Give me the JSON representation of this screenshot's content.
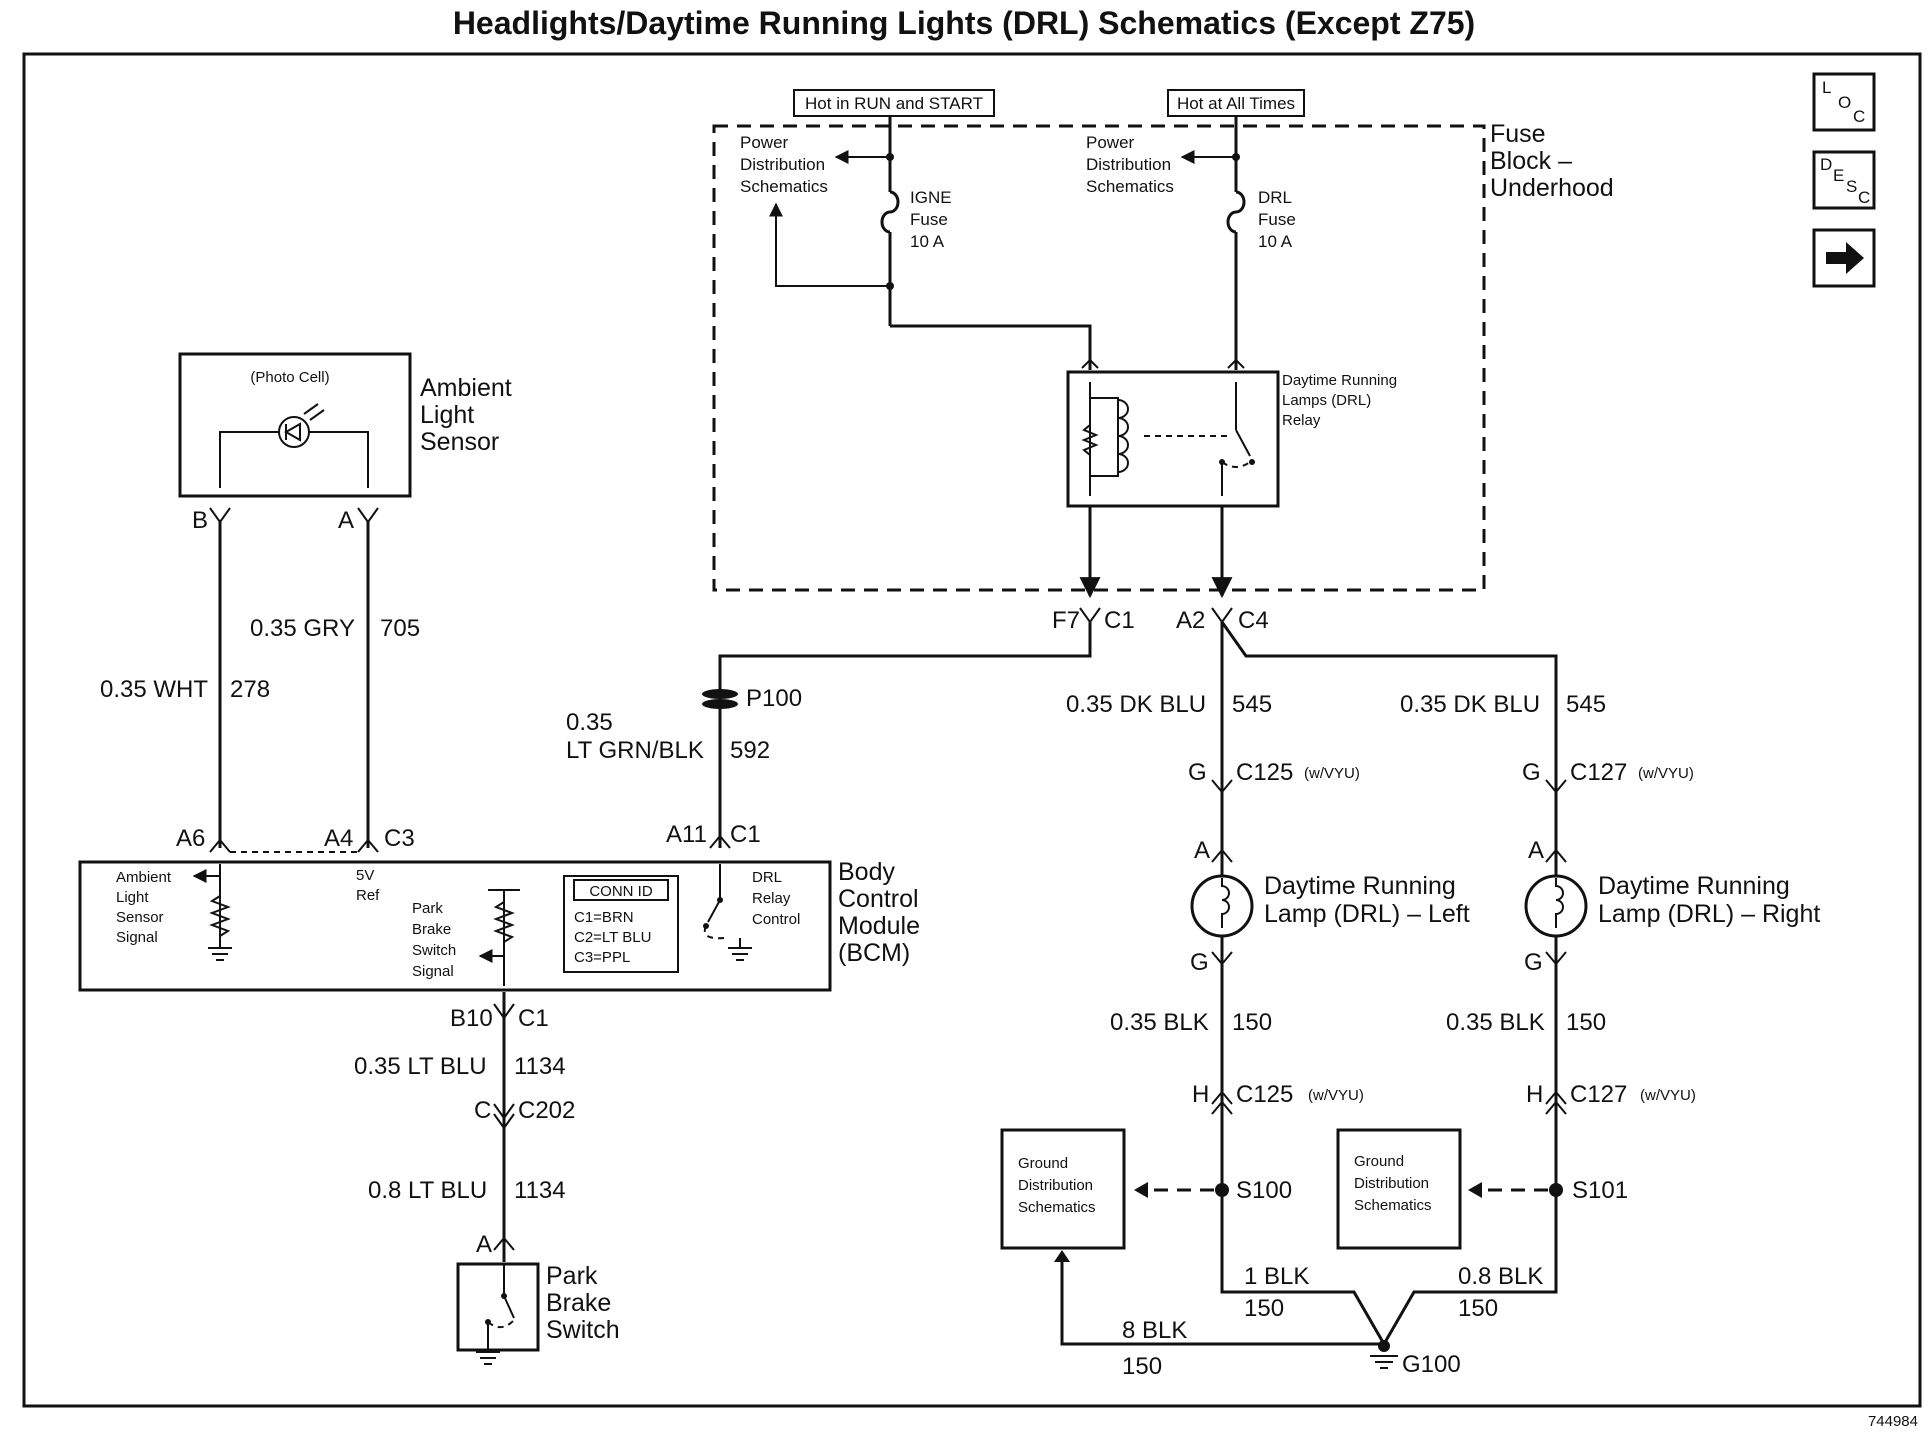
{
  "title": "Headlights/Daytime Running Lights (DRL) Schematics (Except Z75)",
  "figure_id": "744984",
  "nav": {
    "loc": {
      "l1": "L",
      "l2": "O",
      "l3": "C"
    },
    "desc": {
      "l1": "D",
      "l2": "E",
      "l3": "S",
      "l4": "C"
    },
    "next_glyph": "➡"
  },
  "fuse_block": {
    "label_1": "Fuse",
    "label_2": "Block –",
    "label_3": "Underhood",
    "hot_run_start": "Hot in RUN and START",
    "hot_all_times": "Hot at All Times",
    "pds_left": [
      "Power",
      "Distribution",
      "Schematics"
    ],
    "pds_right": [
      "Power",
      "Distribution",
      "Schematics"
    ],
    "igne_fuse": [
      "IGNE",
      "Fuse",
      "10 A"
    ],
    "drl_fuse": [
      "DRL",
      "Fuse",
      "10 A"
    ],
    "relay": [
      "Daytime Running",
      "Lamps (DRL)",
      "Relay"
    ],
    "pin_f7": "F7",
    "conn_c1": "C1",
    "pin_a2": "A2",
    "conn_c4": "C4"
  },
  "ambient_sensor": {
    "photo_cell": "(Photo Cell)",
    "label": [
      "Ambient",
      "Light",
      "Sensor"
    ],
    "pin_b": "B",
    "pin_a": "A"
  },
  "wires": {
    "w278_gauge": "0.35 WHT",
    "w278_circuit": "278",
    "w705_gauge": "0.35 GRY",
    "w705_circuit": "705",
    "w592_gauge_1": "0.35",
    "w592_gauge_2": "LT GRN/BLK",
    "w592_circuit": "592",
    "splice_p100": "P100",
    "w545l_gauge": "0.35 DK BLU",
    "w545l_circuit": "545",
    "w545r_gauge": "0.35 DK BLU",
    "w545r_circuit": "545",
    "w1134a_gauge": "0.35 LT BLU",
    "w1134a_circuit": "1134",
    "w1134b_gauge": "0.8 LT BLU",
    "w1134b_circuit": "1134",
    "w150l_gauge": "0.35 BLK",
    "w150l_circuit": "150",
    "w150r_gauge": "0.35 BLK",
    "w150r_circuit": "150",
    "w1blk_gauge": "1 BLK",
    "w1blk_circuit": "150",
    "w08blk_gauge": "0.8 BLK",
    "w08blk_circuit": "150",
    "w8blk_gauge": "8 BLK",
    "w8blk_circuit": "150"
  },
  "bcm": {
    "label": [
      "Body",
      "Control",
      "Module",
      "(BCM)"
    ],
    "pin_a6": "A6",
    "pin_a4": "A4",
    "conn_c3": "C3",
    "pin_a11": "A11",
    "conn_c1": "C1",
    "pin_b10": "B10",
    "conn_c1b": "C1",
    "ambient_signal": [
      "Ambient",
      "Light",
      "Sensor",
      "Signal"
    ],
    "five_v_ref": [
      "5V",
      "Ref"
    ],
    "park_brake_signal": [
      "Park",
      "Brake",
      "Switch",
      "Signal"
    ],
    "conn_id_title": "CONN ID",
    "conn_id_rows": [
      "C1=BRN",
      "C2=LT BLU",
      "C3=PPL"
    ],
    "drl_relay_control": [
      "DRL",
      "Relay",
      "Control"
    ]
  },
  "park_brake": {
    "pin_c": "C",
    "conn_c202": "C202",
    "pin_a": "A",
    "label": [
      "Park",
      "Brake",
      "Switch"
    ]
  },
  "drl_left": {
    "pin_g_top": "G",
    "conn_top": "C125",
    "conn_top_note": "(w/VYU)",
    "pin_a": "A",
    "label": [
      "Daytime Running",
      "Lamp (DRL) – Left"
    ],
    "pin_g_bot": "G",
    "pin_h": "H",
    "conn_bot": "C125",
    "conn_bot_note": "(w/VYU)",
    "splice": "S100"
  },
  "drl_right": {
    "pin_g_top": "G",
    "conn_top": "C127",
    "conn_top_note": "(w/VYU)",
    "pin_a": "A",
    "label": [
      "Daytime Running",
      "Lamp (DRL) – Right"
    ],
    "pin_g_bot": "G",
    "pin_h": "H",
    "conn_bot": "C127",
    "conn_bot_note": "(w/VYU)",
    "splice": "S101"
  },
  "ground": {
    "gds_left": [
      "Ground",
      "Distribution",
      "Schematics"
    ],
    "gds_right": [
      "Ground",
      "Distribution",
      "Schematics"
    ],
    "g100": "G100"
  }
}
